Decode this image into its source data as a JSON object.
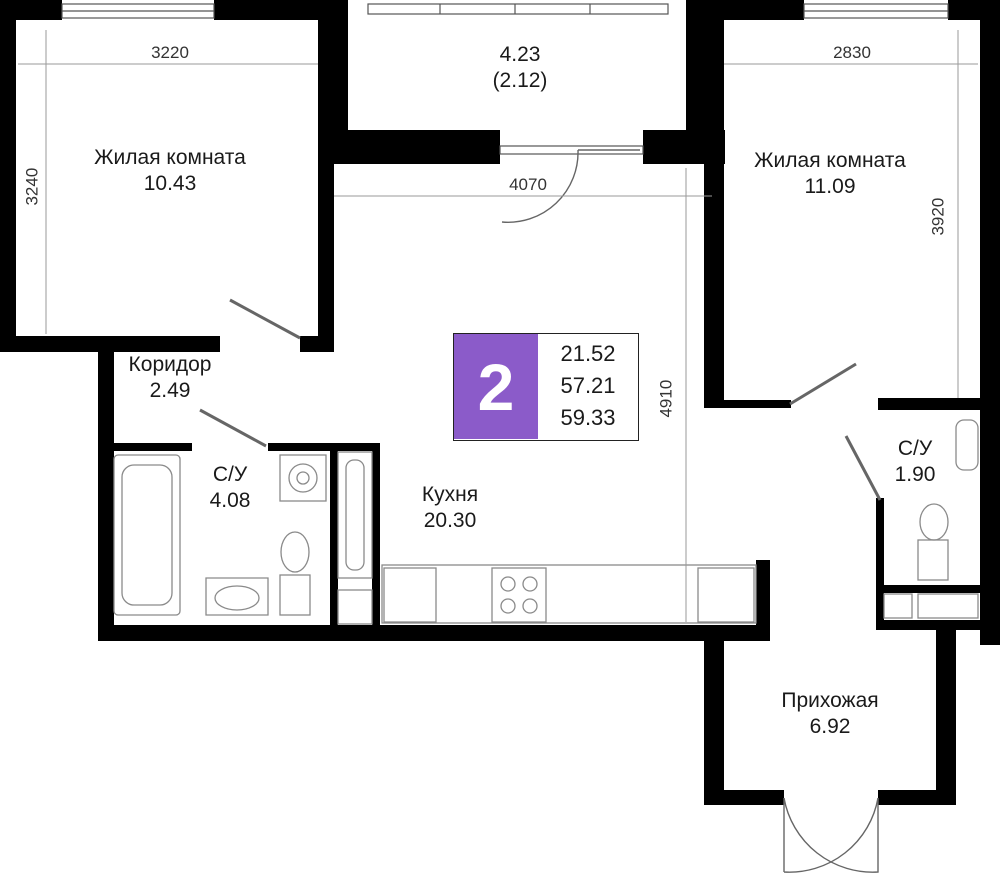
{
  "rooms": {
    "living1": {
      "name": "Жилая комната",
      "area": "10.43"
    },
    "balcony": {
      "area": "4.23",
      "area_reduced": "(2.12)"
    },
    "living2": {
      "name": "Жилая комната",
      "area": "11.09"
    },
    "corridor": {
      "name": "Коридор",
      "area": "2.49"
    },
    "bath1": {
      "name": "С/У",
      "area": "4.08"
    },
    "kitchen": {
      "name": "Кухня",
      "area": "20.30"
    },
    "bath2": {
      "name": "С/У",
      "area": "1.90"
    },
    "hall": {
      "name": "Прихожая",
      "area": "6.92"
    }
  },
  "dimensions": {
    "living1_width": "3220",
    "living1_depth": "3240",
    "living2_width": "2830",
    "living2_depth": "3920",
    "kitchen_width": "4070",
    "kitchen_depth": "4910"
  },
  "summary": {
    "rooms_count": "2",
    "living_area": "21.52",
    "total_area": "57.21",
    "total_area_with_balcony": "59.33"
  },
  "colors": {
    "wall": "#000000",
    "badge": "#8b5bc9",
    "fixture": "#8a8a8a",
    "dimension": "#9a9a9a"
  }
}
